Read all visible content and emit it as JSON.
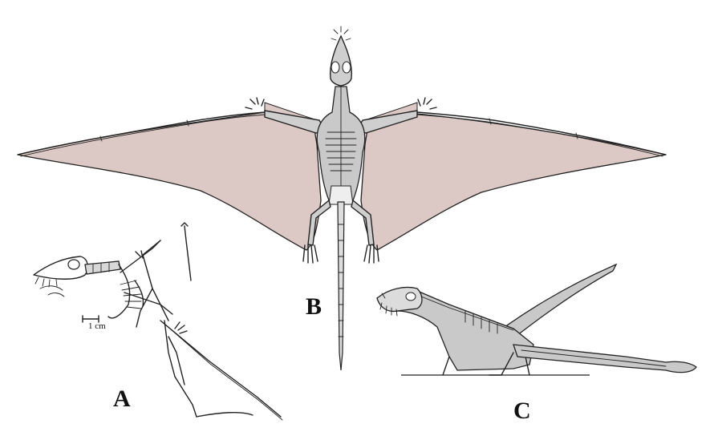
{
  "panels": {
    "a_label": "A",
    "b_label": "B",
    "c_label": "C"
  },
  "scale_bar": {
    "label": "1 cm"
  },
  "colors": {
    "membrane": "#dcc9c5",
    "body_silhouette": "#c9c9c9",
    "outline": "#222222",
    "background": "#ffffff"
  }
}
